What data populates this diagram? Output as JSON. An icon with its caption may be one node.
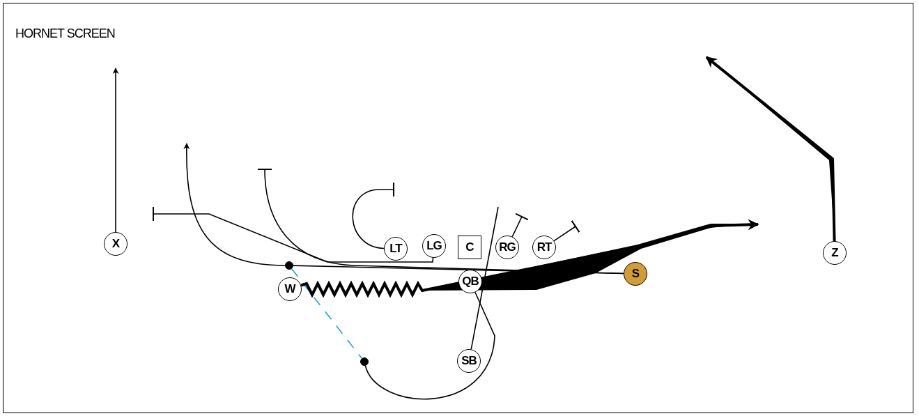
{
  "diagram": {
    "title": "HORNET SCREEN",
    "nodes": [
      {
        "text": [
          "X"
        ]
      },
      {
        "text": [
          "LT"
        ]
      },
      {
        "text": [
          "LG"
        ]
      },
      {
        "text": [
          "C"
        ]
      },
      {
        "text": [
          "RG"
        ]
      },
      {
        "text": [
          "RT"
        ]
      },
      {
        "text": [
          "Z"
        ]
      },
      {
        "text": [],
        "shape": "circle"
      },
      {
        "text": [
          "QB"
        ]
      },
      {
        "text": [
          "S"
        ]
      },
      {
        "text": [
          "W"
        ]
      },
      {
        "text": [],
        "shape": "circle"
      },
      {
        "text": [
          "SB"
        ]
      }
    ],
    "edges": [
      {
        "from": 0,
        "to": null,
        "arrow": "to"
      },
      {
        "from": 1,
        "to": null,
        "arrow": "other"
      },
      {
        "from": 2,
        "to": null,
        "arrow": "other"
      },
      {
        "from": 4,
        "to": null,
        "arrow": "other"
      },
      {
        "from": 5,
        "to": null,
        "arrow": "other"
      },
      {
        "from": 9,
        "to": 7,
        "arrow": "none"
      },
      {
        "from": 7,
        "to": null,
        "arrow": "to"
      },
      {
        "from": 9,
        "to": null,
        "arrow": "other"
      },
      {
        "from": 7,
        "to": 11,
        "arrow": "none",
        "style": "dashed",
        "color": "#1ba1e2"
      },
      {
        "from": 11,
        "to": 8,
        "arrow": "none"
      },
      {
        "from": 12,
        "to": null,
        "arrow": "none"
      },
      {
        "from": 10,
        "to": null,
        "arrow": "to",
        "style": "thick"
      },
      {
        "from": 6,
        "to": null,
        "arrow": "to",
        "style": "thick"
      }
    ]
  }
}
